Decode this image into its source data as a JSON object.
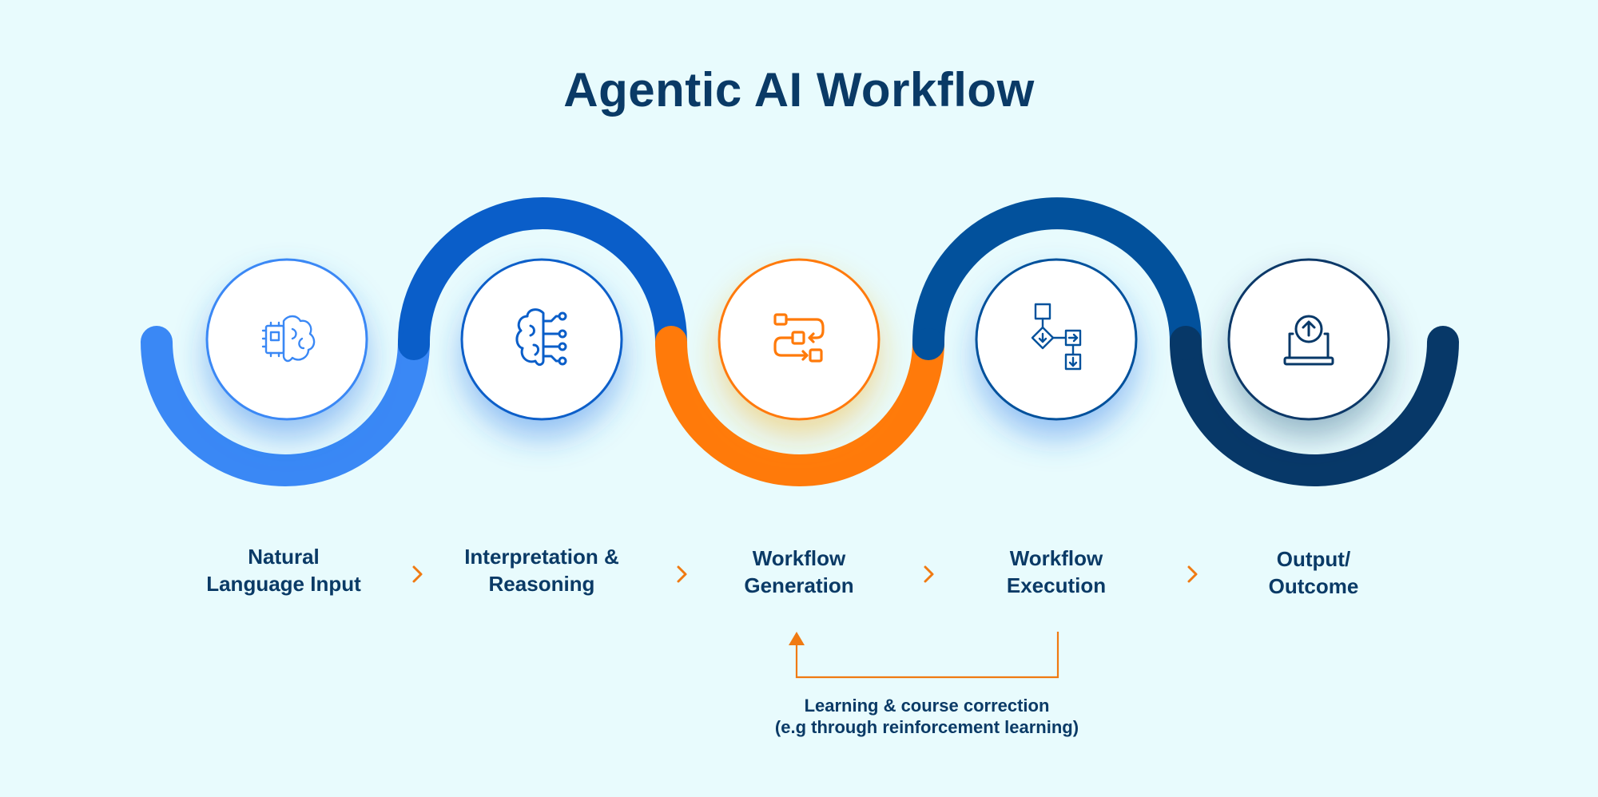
{
  "title": "Agentic AI Workflow",
  "steps": [
    {
      "line1": "Natural",
      "line2": "Language Input",
      "icon": "ai-brain-chip-icon",
      "color": "#3a88f5"
    },
    {
      "line1": "Interpretation &",
      "line2": "Reasoning",
      "icon": "brain-circuit-icon",
      "color": "#0a5ec9"
    },
    {
      "line1": "Workflow",
      "line2": "Generation",
      "icon": "workflow-process-icon",
      "color": "#ff7a0a"
    },
    {
      "line1": "Workflow",
      "line2": "Execution",
      "icon": "flowchart-icon",
      "color": "#02519c"
    },
    {
      "line1": "Output/",
      "line2": "Outcome",
      "icon": "laptop-upload-icon",
      "color": "#073868"
    }
  ],
  "feedback": {
    "line1": "Learning & course correction",
    "line2": "(e.g through reinforcement learning)",
    "color": "#f07a12"
  },
  "colors": {
    "background": "#e8fbfd",
    "title": "#0a3a66",
    "chevron": "#f07a12"
  }
}
